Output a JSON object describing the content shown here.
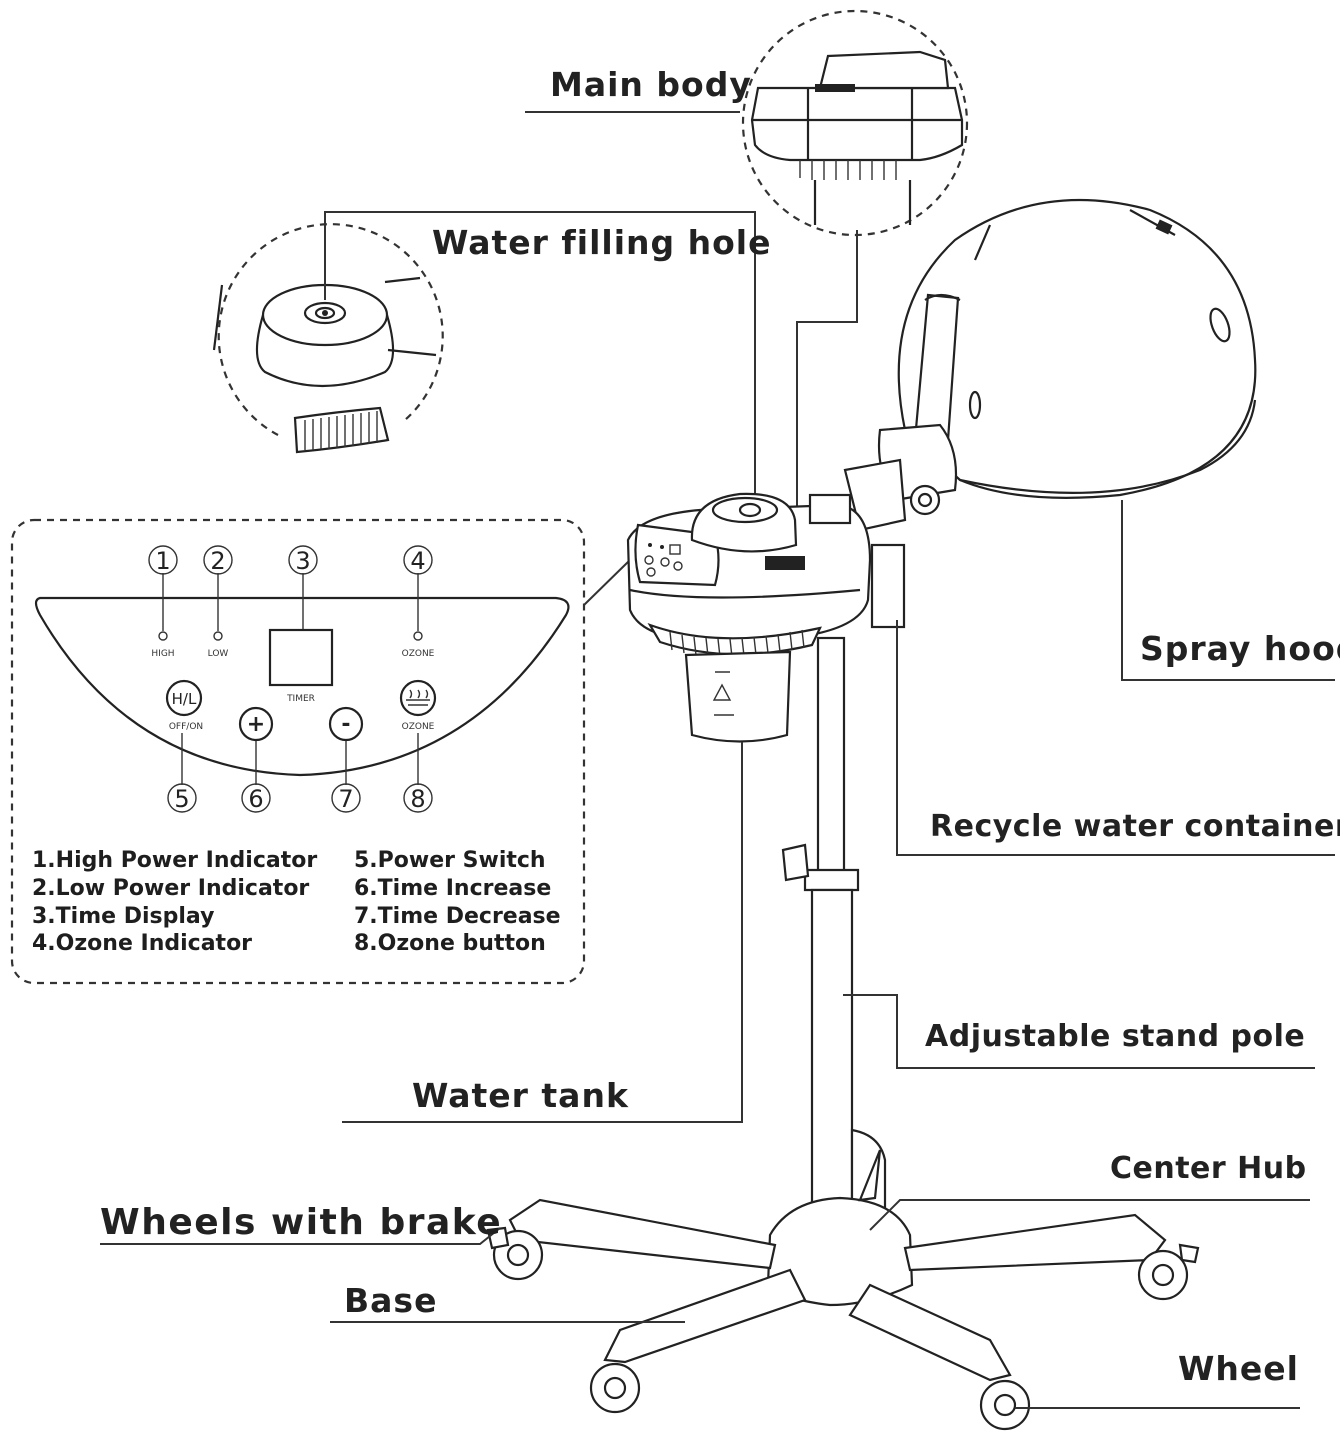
{
  "labels": {
    "main_body": "Main body",
    "water_filling_hole": "Water filling hole",
    "spray_hood": "Spray hood",
    "recycle_water_container": "Recycle water container",
    "adjustable_stand_pole": "Adjustable stand pole",
    "water_tank": "Water tank",
    "center_hub": "Center Hub",
    "wheels_with_brake": "Wheels with brake",
    "base": "Base",
    "wheel": "Wheel"
  },
  "panel": {
    "indicators": {
      "high": "HIGH",
      "low": "LOW",
      "ozone": "OZONE"
    },
    "timer": "TIMER",
    "buttons": {
      "hl": "H/L",
      "hl_caption": "OFF/ON",
      "plus": "+",
      "minus": "-",
      "ozone_caption": "OZONE"
    },
    "numbers": [
      "1",
      "2",
      "3",
      "4",
      "5",
      "6",
      "7",
      "8"
    ]
  },
  "legend": {
    "left": [
      "1.High Power Indicator",
      "2.Low Power Indicator",
      "3.Time Display",
      "4.Ozone Indicator"
    ],
    "right": [
      "5.Power Switch",
      "6.Time Increase",
      "7.Time Decrease",
      "8.Ozone button"
    ]
  }
}
